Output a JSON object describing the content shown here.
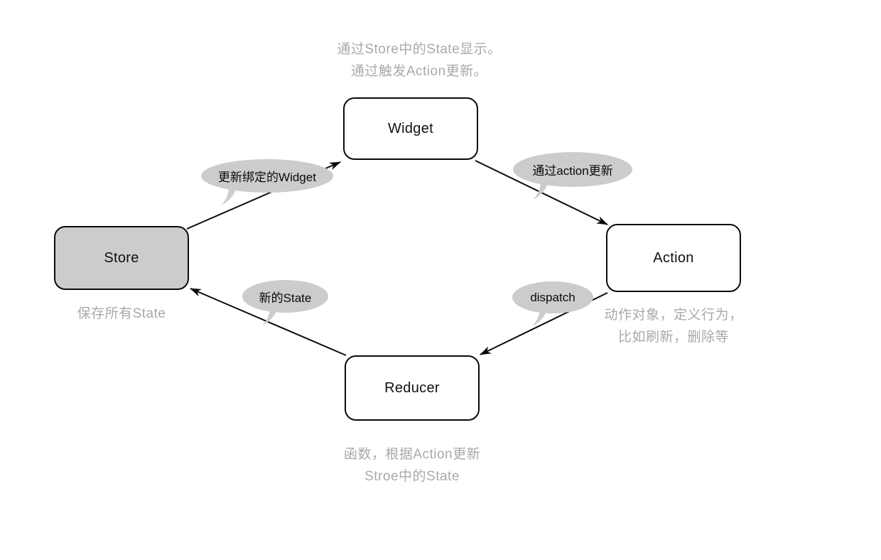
{
  "diagram": {
    "top_note": [
      "通过Store中的State显示。",
      "通过触发Action更新。"
    ],
    "nodes": [
      {
        "id": "widget",
        "label": "Widget"
      },
      {
        "id": "action",
        "label": "Action",
        "note": [
          "动作对象，定义行为，",
          "比如刷新，删除等"
        ]
      },
      {
        "id": "reducer",
        "label": "Reducer",
        "note": [
          "函数，根据Action更新",
          "Stroe中的State"
        ]
      },
      {
        "id": "store",
        "label": "Store",
        "note": [
          "保存所有State"
        ]
      }
    ],
    "edges": [
      {
        "from": "Store",
        "to": "Widget",
        "label": "更新绑定的Widget"
      },
      {
        "from": "Widget",
        "to": "Action",
        "label": "通过action更新"
      },
      {
        "from": "Action",
        "to": "Reducer",
        "label": "dispatch"
      },
      {
        "from": "Reducer",
        "to": "Store",
        "label": "新的State"
      }
    ],
    "colors": {
      "node_fill": "#ffffff",
      "store_node_fill": "#cccccc",
      "bubble_fill": "#cccccc",
      "stroke": "#0a0a0a",
      "muted_text": "#a9a9a9",
      "label_text": "#111111"
    }
  }
}
